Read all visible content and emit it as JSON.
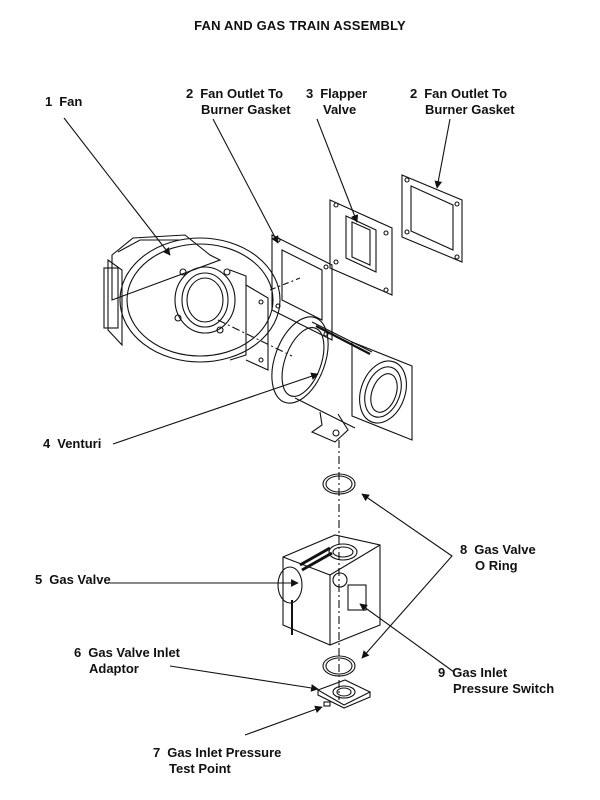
{
  "title": "FAN AND GAS TRAIN ASSEMBLY",
  "callouts": [
    {
      "num": "1",
      "line1": "Fan",
      "line2": ""
    },
    {
      "num": "2",
      "line1": "Fan Outlet To",
      "line2": "Burner Gasket"
    },
    {
      "num": "3",
      "line1": "Flapper",
      "line2": "Valve"
    },
    {
      "num": "2",
      "line1": "Fan Outlet To",
      "line2": "Burner Gasket"
    },
    {
      "num": "4",
      "line1": "Venturi",
      "line2": ""
    },
    {
      "num": "5",
      "line1": "Gas Valve",
      "line2": ""
    },
    {
      "num": "8",
      "line1": "Gas Valve",
      "line2": "O Ring"
    },
    {
      "num": "6",
      "line1": "Gas Valve Inlet",
      "line2": "Adaptor"
    },
    {
      "num": "9",
      "line1": "Gas Inlet",
      "line2": "Pressure Switch"
    },
    {
      "num": "7",
      "line1": "Gas Inlet Pressure",
      "line2": "Test Point"
    }
  ]
}
